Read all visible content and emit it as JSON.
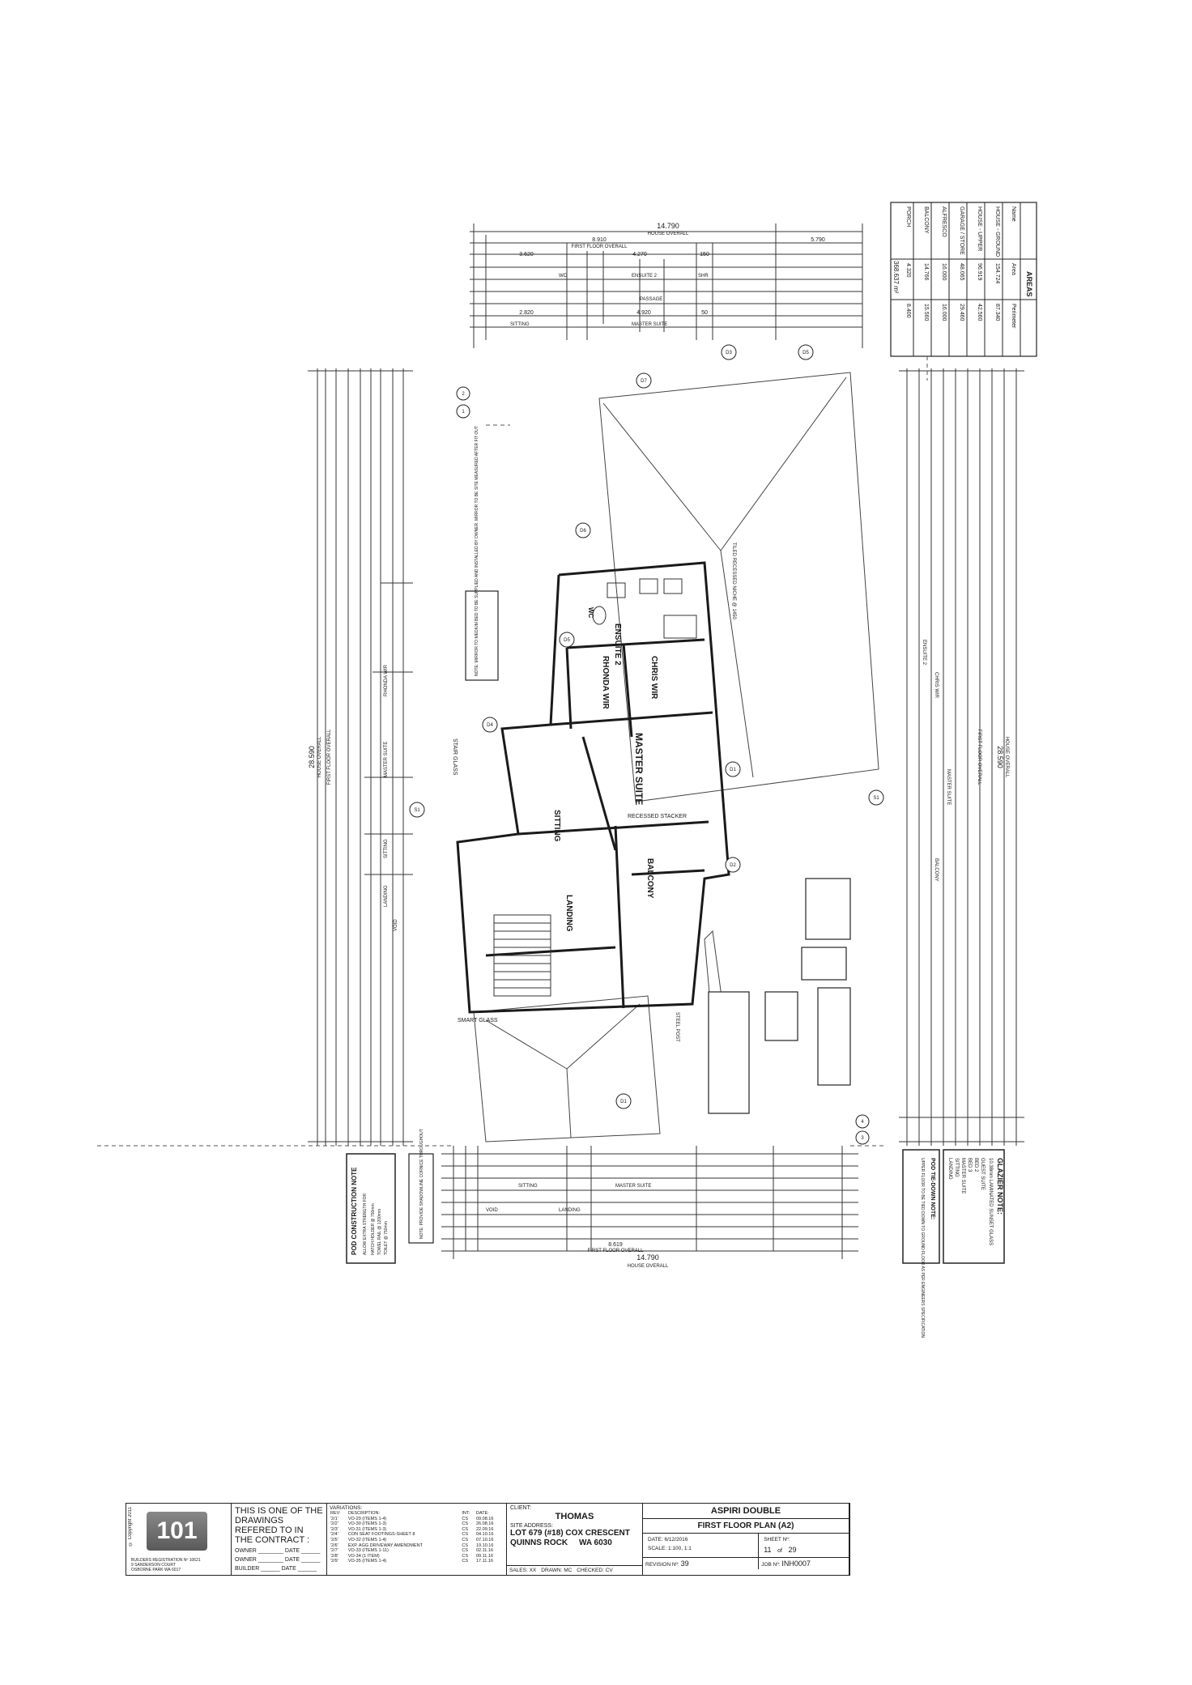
{
  "areas": {
    "title": "AREAS",
    "headers": [
      "Name",
      "Area",
      "Perimeter"
    ],
    "rows": [
      [
        "HOUSE - GROUND",
        "154.724",
        "87.340"
      ],
      [
        "HOUSE - UPPER",
        "96.919",
        "42.560"
      ],
      [
        "GARAGE / STORE",
        "48.065",
        "29.460"
      ],
      [
        "ALFRESCO",
        "16.000",
        "16.000"
      ],
      [
        "BALCONY",
        "14.766",
        "15.560"
      ],
      [
        "PORCH",
        "4.320",
        "8.400"
      ]
    ],
    "total": "368.637 m²"
  },
  "dimensions": {
    "house_overall_w": "14.790",
    "first_floor_overall_w": "8.910",
    "house_overall_l": "28.590",
    "right_dim": "5.790",
    "bottom_overall": "14.790",
    "bottom_first_floor": "8.619",
    "top_row": [
      "3.620",
      "4.270",
      "150"
    ],
    "bottom_row": [
      "2.820",
      "4.920",
      "50"
    ]
  },
  "rooms": {
    "house_overall": "HOUSE OVERALL",
    "first_floor_overall": "FIRST FLOOR OVERALL",
    "ensuite2": "ENSUITE 2",
    "wc": "WC",
    "shr": "SHR",
    "rhonda_wir": "RHONDA WIR",
    "chris_wir": "CHRIS WIR",
    "master_suite": "MASTER SUITE",
    "sitting": "SITTING",
    "balcony": "BALCONY",
    "landing": "LANDING",
    "void": "VOID",
    "stair_glass": "STAIR GLASS",
    "smart_glass": "SMART GLASS",
    "passage": "PASSAGE",
    "recessed_stacker": "RECESSED STACKER",
    "steel_post": "STEEL POST"
  },
  "notes": {
    "glazier_title": "GLAZIER NOTE:",
    "glazier_body": "10.38mm LAMINATED SUNSET GLASS",
    "glazier_list": [
      "GUEST SUITE",
      "BED 2",
      "BED 3",
      "MASTER SUITE",
      "SITTING",
      "LANDING"
    ],
    "pod_title": "POD CONSTRUCTION NOTE",
    "pod_body": "ALLOW EXTRA STRENGTH FOR",
    "pod_list": [
      "HATCH HOLDER @ 750mm",
      "TOWEL RAIL @ 1200mm",
      "TOILET @ 750mm"
    ],
    "tiedown_title": "POD TIE-DOWN NOTE:",
    "tiedown_body": "UPPER FLOOR TO BE TIED DOWN TO GROUND FLOOR AS PER ENGINEERS SPECIFICATION",
    "provide_note": "NOTE: PROVIDE SHADOWLINE CORNICE THROUGHOUT",
    "mirror_note": "NOTE: MIRROR TO MEDIUM BED TO BE SUPPLIED AND INSTALLED BY OWNER. MIRROR TO BE SITE MEASURED AFTER FIT OUT",
    "tiled_note": "TILED RECESSED NICHE @ 1450"
  },
  "sections": [
    "D1",
    "D2",
    "D3",
    "D4",
    "D5",
    "D6",
    "D7",
    "S1",
    "1",
    "2",
    "3",
    "4"
  ],
  "title_block": {
    "logo": "101",
    "copyright": "© Copyright 2011",
    "registration": [
      "BUILDERS REGISTRATION Nº 10621",
      "9 SANDERSON COURT",
      "OSBORNE PARK WA 6017"
    ],
    "contract_line1": "THIS IS ONE OF THE DRAWINGS",
    "contract_line2": "REFERED TO IN THE CONTRACT :",
    "owner_label": "OWNER",
    "date_label": "DATE",
    "builder_label": "BUILDER",
    "variations_label": "VARIATIONS:",
    "var_headers": [
      "REV:",
      "DESCRIPTION:",
      "INT:",
      "DATE:"
    ],
    "variations": [
      [
        "'2/1'",
        "VO-29 (ITEMS 1-4)",
        "CS",
        "09.08.16"
      ],
      [
        "'2/2'",
        "VO-30 (ITEMS 1-3)",
        "CS",
        "26.08.16"
      ],
      [
        "'2/3'",
        "VO-31 (ITEMS 1-3)",
        "CS",
        "22.09.16"
      ],
      [
        "'2/4'",
        "CON SEAT FOOTINGS-SHEET 8",
        "CS",
        "04.10.16"
      ],
      [
        "'2/5'",
        "VO-32 (ITEMS 1-4)",
        "CS",
        "07.10.16"
      ],
      [
        "'2/6'",
        "EXP. AGG DRIVEWAY AMENDMENT",
        "CS",
        "19.10.16"
      ],
      [
        "'2/7'",
        "VO-33 (ITEMS 1-11)",
        "CS",
        "02.11.16"
      ],
      [
        "'2/8'",
        "VO-34 (1 ITEM)",
        "CS",
        "09.11.16"
      ],
      [
        "'2/9'",
        "VO-35 (ITEMS 1-4)",
        "CS",
        "17.11.16"
      ]
    ],
    "client_label": "CLIENT:",
    "client": "THOMAS",
    "site_label": "SITE ADDRESS:",
    "site_line1": "LOT 679 (#18) COX CRESCENT",
    "site_line2": "QUINNS ROCK",
    "site_state": "WA 6030",
    "sales_label": "SALES:",
    "sales": "XX",
    "drawn_label": "DRAWN:",
    "drawn": "MC",
    "checked_label": "CHECKED:",
    "checked": "CV",
    "project": "ASPIRI DOUBLE",
    "sheet_title": "FIRST FLOOR PLAN (A2)",
    "date_field_label": "DATE:",
    "date": "6/12/2016",
    "scale_label": "SCALE:",
    "scale": "1:100, 1:1",
    "sheet_label": "SHEET Nº:",
    "sheet": "11",
    "of_label": "of",
    "sheet_total": "29",
    "revision_label": "REVISION Nº:",
    "revision": "39",
    "job_label": "JOB Nº:",
    "job": "INH0007"
  }
}
